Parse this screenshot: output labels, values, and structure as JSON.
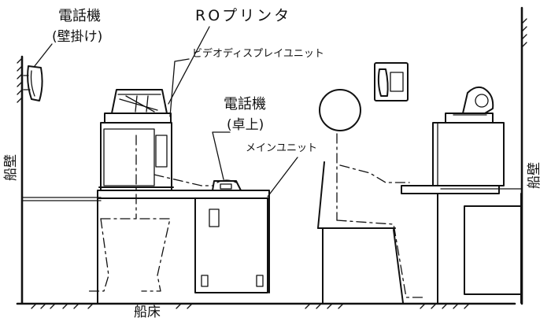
{
  "labels": {
    "telephone_wall": "電話機",
    "telephone_wall_sub": "(壁掛け)",
    "ro_printer": "ROプリンタ",
    "video_display_unit": "ビデオディスプレイユニット",
    "telephone_desk": "電話機",
    "telephone_desk_sub": "(卓上)",
    "main_unit": "メインユニット",
    "ship_wall_left": "船壁",
    "ship_wall_right": "船壁",
    "ship_floor": "船床"
  }
}
